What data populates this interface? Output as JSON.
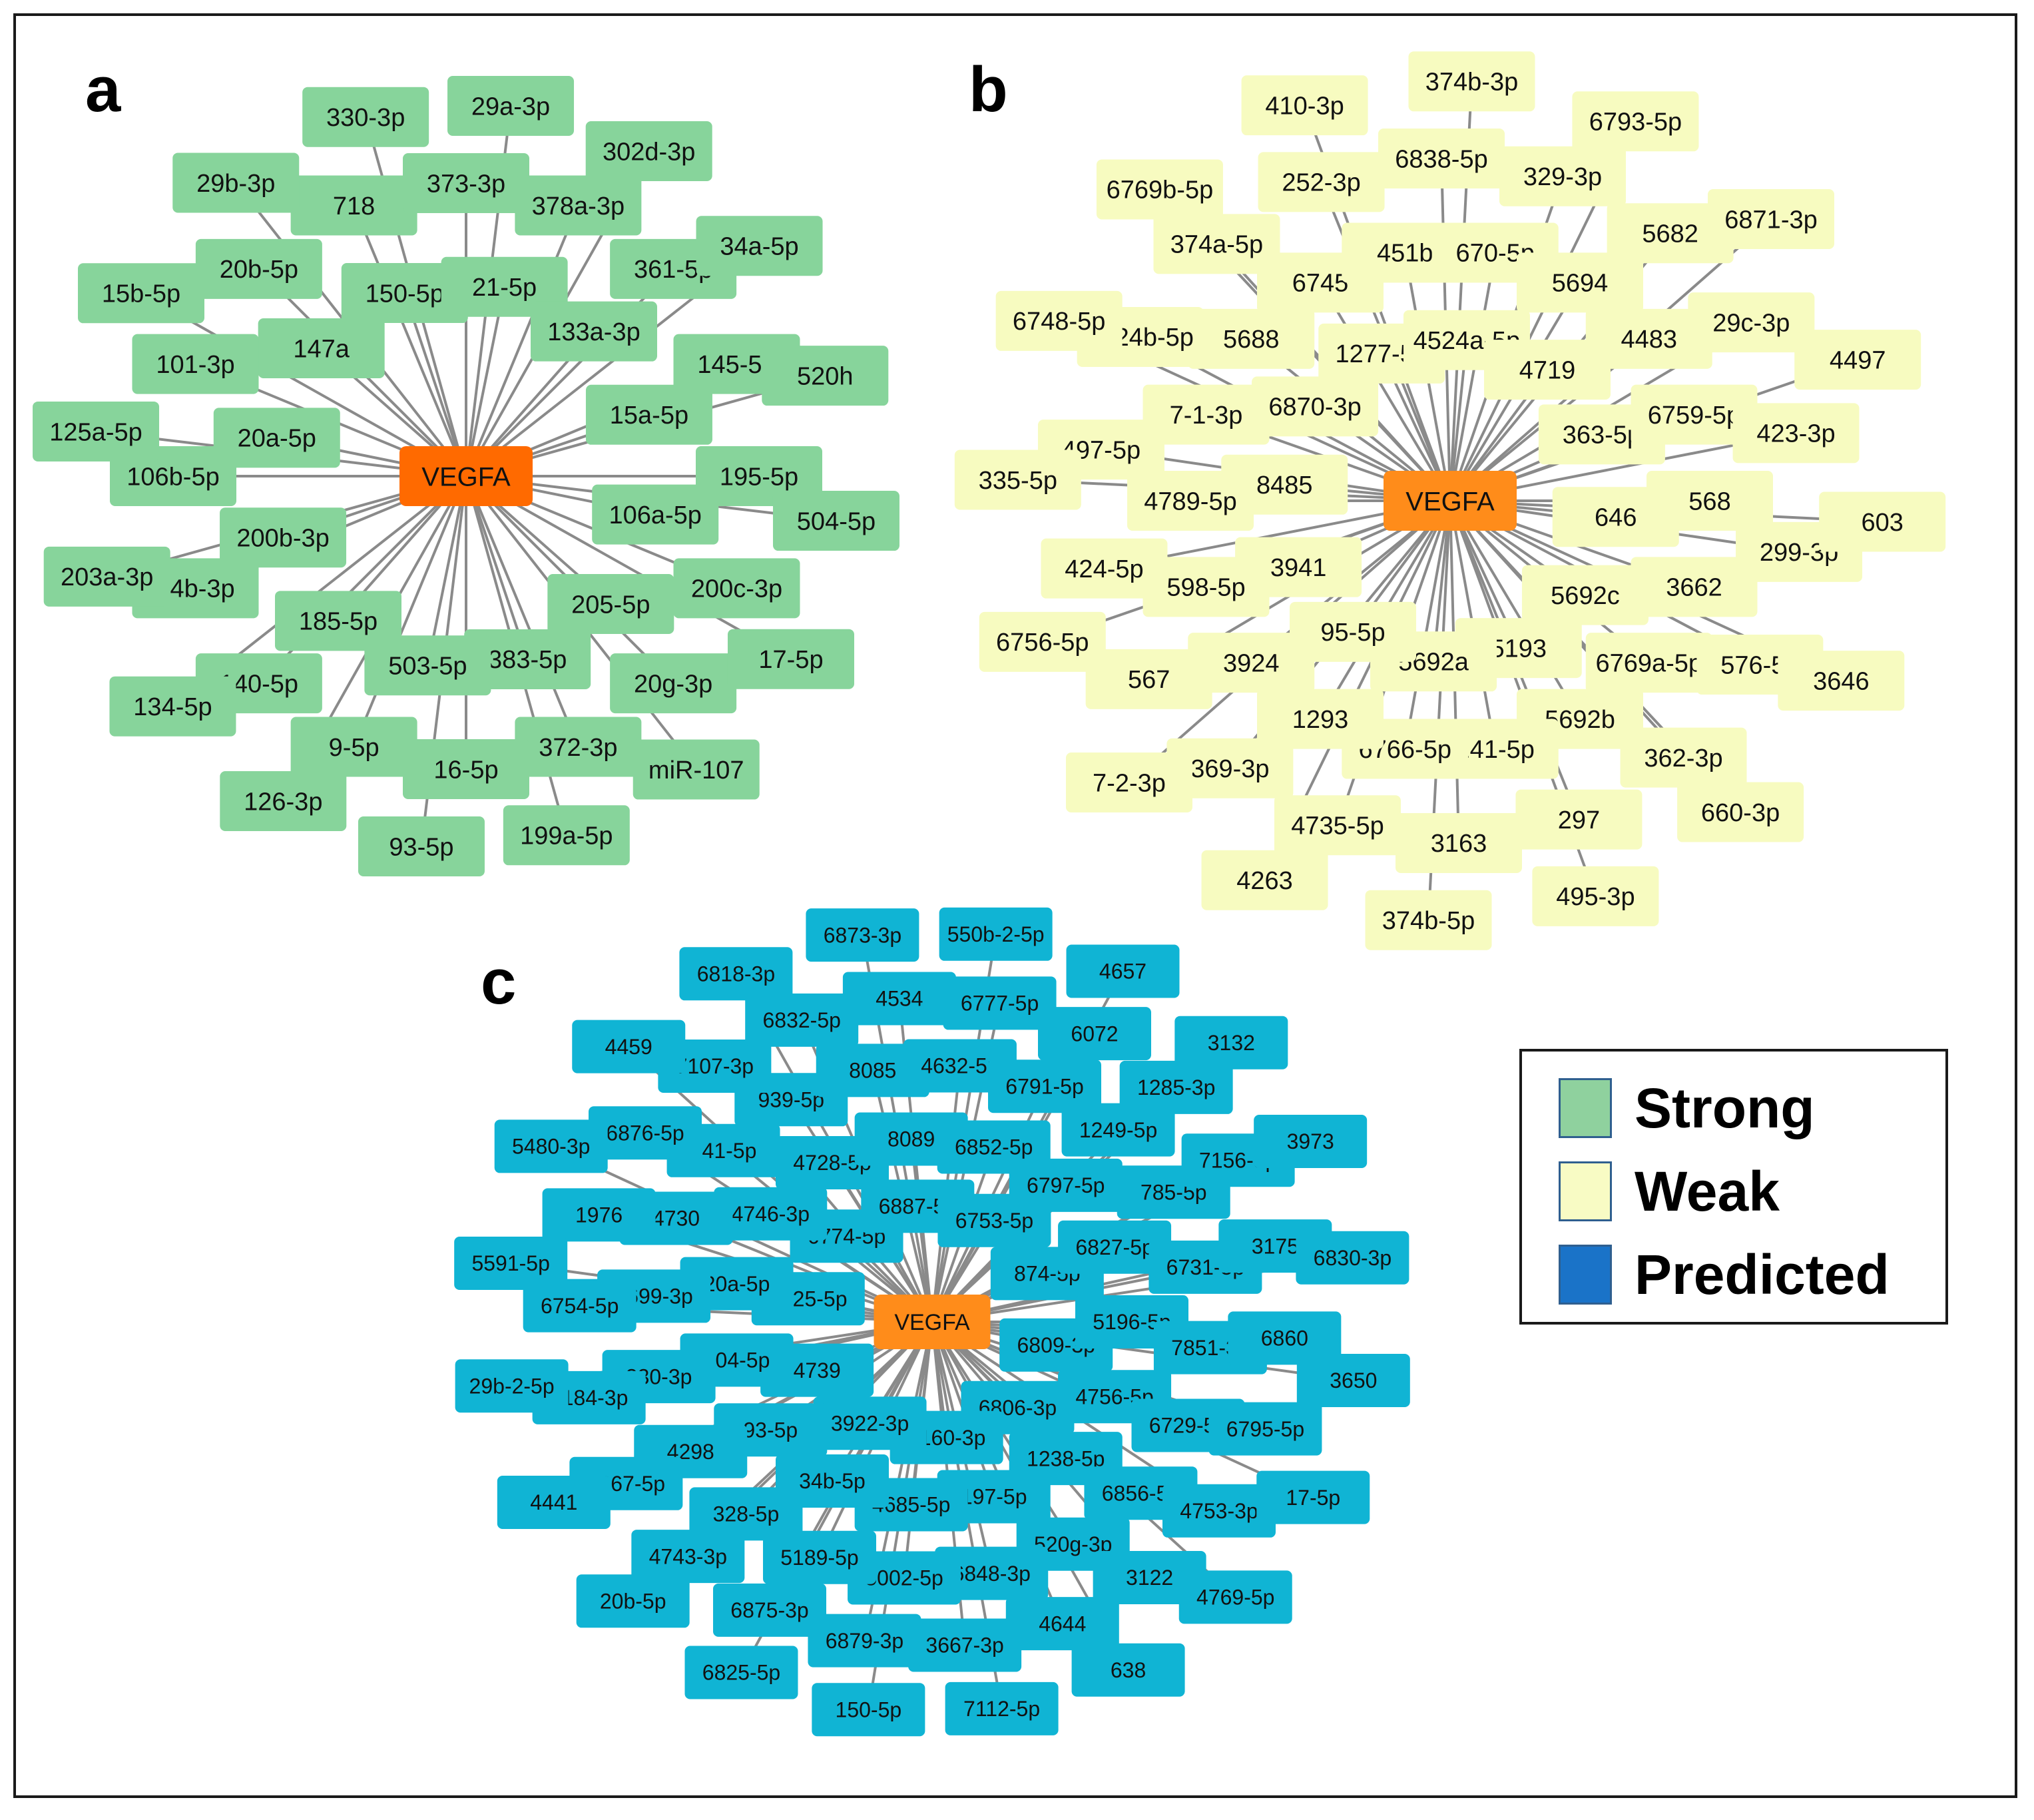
{
  "figure": {
    "panel_a": {
      "letter": "a",
      "hub": "VEGFA",
      "node_color": "#87d49b",
      "hub_color": "#ff6a00",
      "nodes": [
        "106a-5p",
        "205-5p",
        "383-5p",
        "503-5p",
        "185-5p",
        "200b-3p",
        "20a-5p",
        "147a",
        "150-5p",
        "21-5p",
        "133a-3p",
        "15a-5p",
        "195-5p",
        "200c-3p",
        "20g-3p",
        "372-3p",
        "16-5p",
        "9-5p",
        "140-5p",
        "34b-3p",
        "106b-5p",
        "101-3p",
        "20b-5p",
        "718",
        "373-3p",
        "378a-3p",
        "361-5p",
        "145-5p",
        "504-5p",
        "17-5p",
        "miR-107",
        "199a-5p",
        "93-5p",
        "126-3p",
        "134-5p",
        "203a-3p",
        "125a-5p",
        "15b-5p",
        "29b-3p",
        "330-3p",
        "29a-3p",
        "302d-3p",
        "34a-5p",
        "520h"
      ]
    },
    "panel_b": {
      "letter": "b",
      "hub": "VEGFA",
      "node_color": "#f7fbc0",
      "hub_color": "#ff8c1a",
      "nodes": [
        "646",
        "5692c",
        "5193",
        "5692a",
        "95-5p",
        "3941",
        "8485",
        "6870-3p",
        "1277-5p",
        "4524a-5p",
        "4719",
        "363-5p",
        "568",
        "3662",
        "6769a-5p",
        "5692b",
        "141-5p",
        "6766-5p",
        "1293",
        "3924",
        "598-5p",
        "4789-5p",
        "7-1-3p",
        "5688",
        "6745",
        "451b",
        "670-5p",
        "5694",
        "4483",
        "6759-5p",
        "299-3p",
        "576-5p",
        "362-3p",
        "297",
        "3163",
        "4735-5p",
        "369-3p",
        "567",
        "424-5p",
        "497-5p",
        "4524b-5p",
        "374a-5p",
        "252-3p",
        "6838-5p",
        "329-3p",
        "5682",
        "29c-3p",
        "423-3p",
        "603",
        "3646",
        "660-3p",
        "495-3p",
        "374b-5p",
        "4263",
        "7-2-3p",
        "6756-5p",
        "335-5p",
        "6748-5p",
        "6769b-5p",
        "410-3p",
        "374b-3p",
        "6793-5p",
        "6871-3p",
        "4497"
      ]
    },
    "panel_c": {
      "letter": "c",
      "hub": "VEGFA",
      "node_color": "#10b4d4",
      "hub_color": "#ff8c1a",
      "nodes": [
        "6809-3p",
        "6806-3p",
        "7160-3p",
        "3922-3p",
        "4739",
        "4725-5p",
        "6774-5p",
        "6887-5p",
        "6753-5p",
        "874-5p",
        "5196-5p",
        "4756-5p",
        "1238-5p",
        "197-5p",
        "4685-5p",
        "34b-5p",
        "93-5p",
        "504-5p",
        "20a-5p",
        "4746-3p",
        "4728-5p",
        "8089",
        "6852-5p",
        "6797-5p",
        "6827-5p",
        "7851-3p",
        "6729-5p",
        "6856-5p",
        "520g-3p",
        "6848-3p",
        "5002-5p",
        "5189-5p",
        "328-5p",
        "4298",
        "330-3p",
        "5699-3p",
        "4730",
        "541-5p",
        "939-5p",
        "8085",
        "4632-5p",
        "6791-5p",
        "1249-5p",
        "785-5p",
        "6731-5p",
        "6860",
        "6795-5p",
        "4753-3p",
        "3122",
        "4644",
        "3667-3p",
        "6879-3p",
        "6875-3p",
        "4743-3p",
        "4667-5p",
        "3184-3p",
        "6754-5p",
        "1976",
        "6876-5p",
        "7107-3p",
        "6832-5p",
        "4534",
        "6777-5p",
        "6072",
        "1285-3p",
        "7156-5p",
        "3175",
        "3650",
        "17-5p",
        "4769-5p",
        "638",
        "7112-5p",
        "150-5p",
        "6825-5p",
        "20b-5p",
        "4441",
        "29b-2-5p",
        "5591-5p",
        "5480-3p",
        "4459",
        "6818-3p",
        "6873-3p",
        "550b-2-5p",
        "4657",
        "3132",
        "3973",
        "6830-3p"
      ]
    },
    "legend": {
      "items": [
        {
          "label": "Strong",
          "color": "#8fd19e"
        },
        {
          "label": "Weak",
          "color": "#f8fbc4"
        },
        {
          "label": "Predicted",
          "color": "#1a73c8"
        }
      ]
    },
    "edge_color": "#8a8a8a"
  }
}
